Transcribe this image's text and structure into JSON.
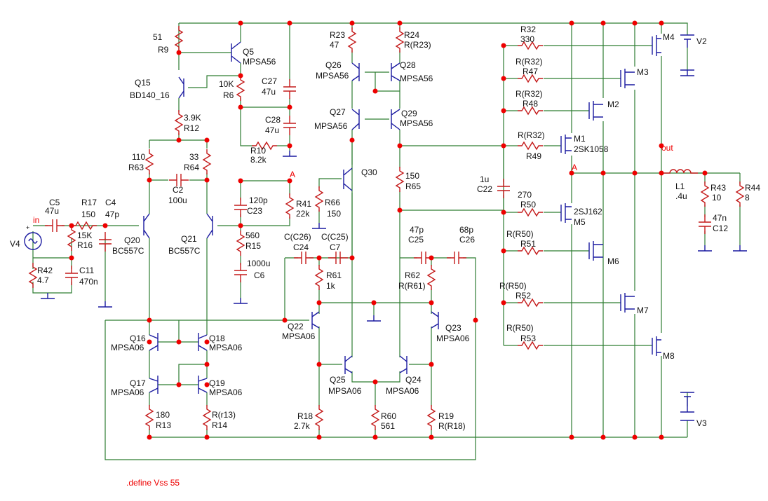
{
  "directive": ".define Vss 55",
  "net_labels": {
    "in": "in",
    "out": "out",
    "a": "A"
  },
  "components": {
    "R9": {
      "ref": "R9",
      "value": "51"
    },
    "Q5": {
      "ref": "Q5",
      "value": "MPSA56"
    },
    "Q15": {
      "ref": "Q15",
      "value": "BD140_16"
    },
    "R6": {
      "ref": "R6",
      "value": "10K"
    },
    "R12": {
      "ref": "R12",
      "value": "3.9K"
    },
    "C27": {
      "ref": "C27",
      "value": "47u"
    },
    "C28": {
      "ref": "C28",
      "value": "47u"
    },
    "R10": {
      "ref": "R10",
      "value": "8.2k"
    },
    "R63": {
      "ref": "R63",
      "value": "110"
    },
    "R64": {
      "ref": "R64",
      "value": "33"
    },
    "C2": {
      "ref": "C2",
      "value": "100u"
    },
    "C5": {
      "ref": "C5",
      "value": "47u"
    },
    "R17": {
      "ref": "R17",
      "value": "150"
    },
    "C4": {
      "ref": "C4",
      "value": "47p"
    },
    "R16": {
      "ref": "R16",
      "value": "15K"
    },
    "V4": {
      "ref": "V4",
      "value": ""
    },
    "R42": {
      "ref": "R42",
      "value": "4.7"
    },
    "C11": {
      "ref": "C11",
      "value": "470n"
    },
    "Q20": {
      "ref": "Q20",
      "value": "BC557C"
    },
    "Q21": {
      "ref": "Q21",
      "value": "BC557C"
    },
    "C23": {
      "ref": "C23",
      "value": "120p"
    },
    "R15": {
      "ref": "R15",
      "value": "560"
    },
    "C6": {
      "ref": "C6",
      "value": "1000u"
    },
    "R41": {
      "ref": "R41",
      "value": "22k"
    },
    "Q16": {
      "ref": "Q16",
      "value": "MPSA06"
    },
    "Q18": {
      "ref": "Q18",
      "value": "MPSA06"
    },
    "Q17": {
      "ref": "Q17",
      "value": "MPSA06"
    },
    "Q19": {
      "ref": "Q19",
      "value": "MPSA06"
    },
    "R13": {
      "ref": "R13",
      "value": "180"
    },
    "R14": {
      "ref": "R14",
      "value": "R(r13)"
    },
    "R23": {
      "ref": "R23",
      "value": "47"
    },
    "R24": {
      "ref": "R24",
      "value": "R(R23)"
    },
    "Q26": {
      "ref": "Q26",
      "value": "MPSA56"
    },
    "Q28": {
      "ref": "Q28",
      "value": "MPSA56"
    },
    "Q27": {
      "ref": "Q27",
      "value": "MPSA56"
    },
    "Q29": {
      "ref": "Q29",
      "value": "MPSA56"
    },
    "Q30": {
      "ref": "Q30",
      "value": ""
    },
    "R66": {
      "ref": "R66",
      "value": "150"
    },
    "R65": {
      "ref": "R65",
      "value": "150"
    },
    "C24": {
      "ref": "C24",
      "value": "C(C26)"
    },
    "C7": {
      "ref": "C7",
      "value": "C(C25)"
    },
    "R61": {
      "ref": "R61",
      "value": "1k"
    },
    "C25": {
      "ref": "C25",
      "value": "47p"
    },
    "C26": {
      "ref": "C26",
      "value": "68p"
    },
    "R62": {
      "ref": "R62",
      "value": "R(R61)"
    },
    "Q22": {
      "ref": "Q22",
      "value": "MPSA06"
    },
    "Q23": {
      "ref": "Q23",
      "value": "MPSA06"
    },
    "Q25": {
      "ref": "Q25",
      "value": "MPSA06"
    },
    "Q24": {
      "ref": "Q24",
      "value": "MPSA06"
    },
    "R18": {
      "ref": "R18",
      "value": "2.7k"
    },
    "R60": {
      "ref": "R60",
      "value": "561"
    },
    "R19": {
      "ref": "R19",
      "value": "R(R18)"
    },
    "R32": {
      "ref": "R32",
      "value": "330"
    },
    "R47": {
      "ref": "R47",
      "value": "R(R32)"
    },
    "R48": {
      "ref": "R48",
      "value": "R(R32)"
    },
    "R49": {
      "ref": "R49",
      "value": "R(R32)"
    },
    "R50": {
      "ref": "R50",
      "value": "270"
    },
    "R51": {
      "ref": "R51",
      "value": "R(R50)"
    },
    "R52": {
      "ref": "R52",
      "value": "R(R50)"
    },
    "R53": {
      "ref": "R53",
      "value": "R(R50)"
    },
    "C22": {
      "ref": "C22",
      "value": "1u"
    },
    "M1": {
      "ref": "M1",
      "value": "2SK1058"
    },
    "M2": {
      "ref": "M2",
      "value": ""
    },
    "M3": {
      "ref": "M3",
      "value": ""
    },
    "M4": {
      "ref": "M4",
      "value": ""
    },
    "M5": {
      "ref": "M5",
      "value": "2SJ162"
    },
    "M6": {
      "ref": "M6",
      "value": ""
    },
    "M7": {
      "ref": "M7",
      "value": ""
    },
    "M8": {
      "ref": "M8",
      "value": ""
    },
    "V2": {
      "ref": "V2",
      "value": ""
    },
    "V3": {
      "ref": "V3",
      "value": ""
    },
    "L1": {
      "ref": "L1",
      "value": ".4u"
    },
    "R43": {
      "ref": "R43",
      "value": "10"
    },
    "C12": {
      "ref": "C12",
      "value": "47n"
    },
    "R44": {
      "ref": "R44",
      "value": "8"
    }
  }
}
